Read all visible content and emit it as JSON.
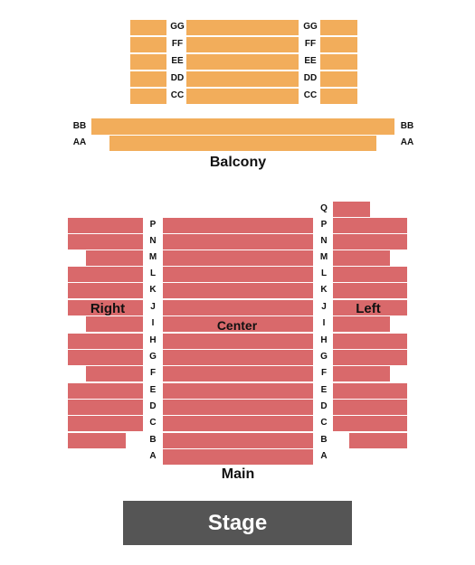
{
  "sections": {
    "balcony": "Balcony",
    "right": "Right",
    "center": "Center",
    "left": "Left",
    "main": "Main",
    "stage": "Stage"
  },
  "balcony_rows": [
    "GG",
    "FF",
    "EE",
    "DD",
    "CC",
    "BB",
    "AA"
  ],
  "main_rows": [
    "Q",
    "P",
    "N",
    "M",
    "L",
    "K",
    "J",
    "I",
    "H",
    "G",
    "F",
    "E",
    "D",
    "C",
    "B",
    "A"
  ],
  "colors": {
    "balcony": "#f2ad5b",
    "main_floor": "#d9696b",
    "stage": "#555555"
  }
}
